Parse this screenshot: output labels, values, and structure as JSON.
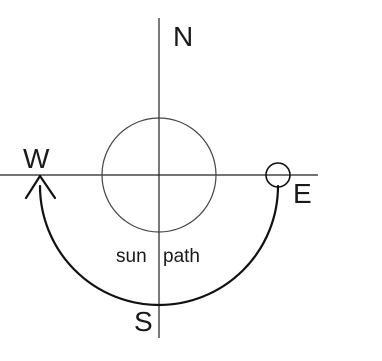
{
  "directions": {
    "north": "N",
    "south": "S",
    "east": "E",
    "west": "W"
  },
  "label": {
    "left": "sun",
    "right": "path"
  }
}
